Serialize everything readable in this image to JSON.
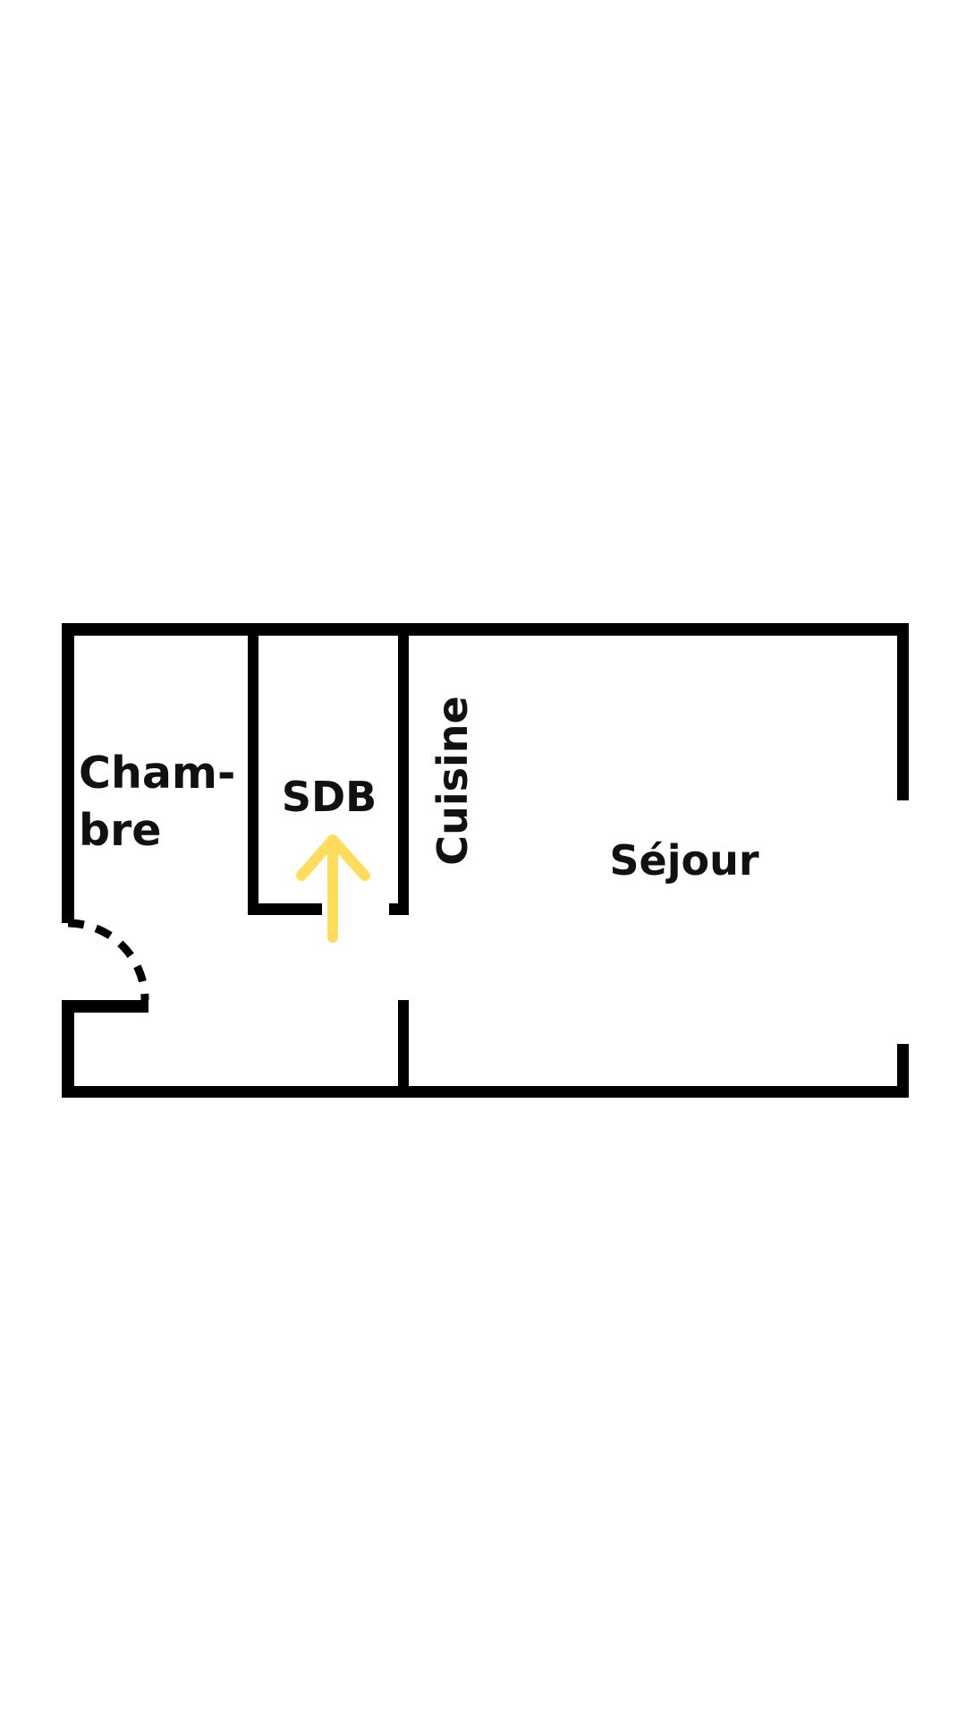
{
  "plan": {
    "rooms": {
      "bedroom_line1": "Cham-",
      "bedroom_line2": "bre",
      "bathroom": "SDB",
      "kitchen": "Cuisine",
      "living": "Séjour"
    },
    "colors": {
      "wall": "#000000",
      "arrow": "#FFDD5C",
      "background": "#FFFFFF"
    },
    "icons": {
      "arrow": "arrow-up-icon",
      "door": "door-swing-icon"
    }
  }
}
